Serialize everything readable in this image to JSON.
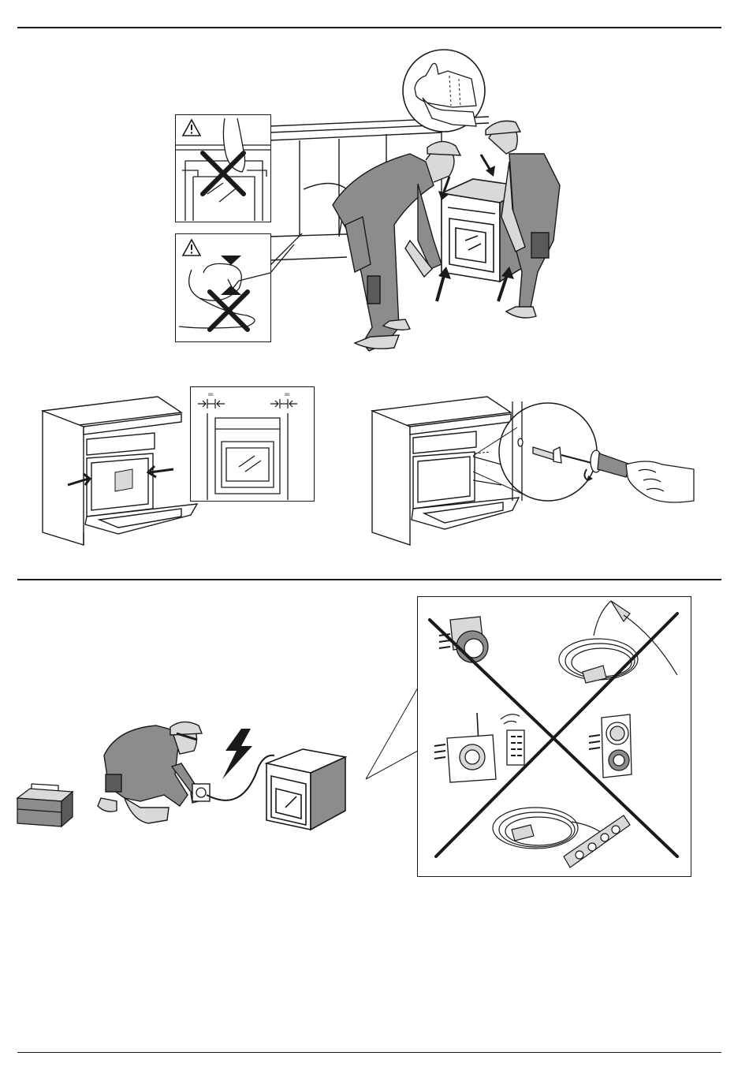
{
  "page": {
    "title": ""
  },
  "sections": {
    "handling": {
      "warnings": [
        "warning-door-handle",
        "warning-cable-pinch"
      ]
    },
    "fitting": {
      "gap_marks": [
        "=",
        "="
      ]
    },
    "electrical": {
      "prohibited_items": [
        "plug-adapter",
        "extension-cable",
        "wifi-smart-plug",
        "remote-control",
        "timer-plug",
        "power-strip"
      ]
    }
  },
  "colors": {
    "ink": "#1a1a1a",
    "shade": "#8c8c8c",
    "light_shade": "#d9d9d9",
    "paper": "#ffffff"
  },
  "icons": [
    "warning-triangle-icon",
    "cross-icon",
    "arrow-icon",
    "lightning-icon",
    "glove-icon"
  ]
}
